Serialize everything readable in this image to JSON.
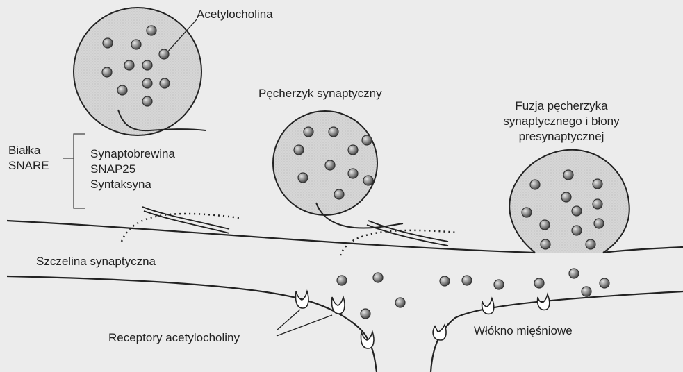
{
  "labels": {
    "acetylcholine": "Acetylocholina",
    "synaptic_vesicle": "Pęcherzyk synaptyczny",
    "fusion": [
      "Fuzja pęcherzyka",
      "synaptycznego i błony",
      "presynaptycznej"
    ],
    "snare_group": [
      "Białka",
      "SNARE"
    ],
    "snare_proteins": [
      "Synaptobrewina",
      "SNAP25",
      "Syntaksyna"
    ],
    "synaptic_cleft": "Szczelina synaptyczna",
    "receptors": "Receptory acetylocholiny",
    "muscle_fiber": "Włókno mięśniowe"
  },
  "colors": {
    "background": "#ececec",
    "vesicle_fill": "#d4d4d4",
    "stroke": "#222222",
    "ach_molecule": "#8a8a8a"
  }
}
